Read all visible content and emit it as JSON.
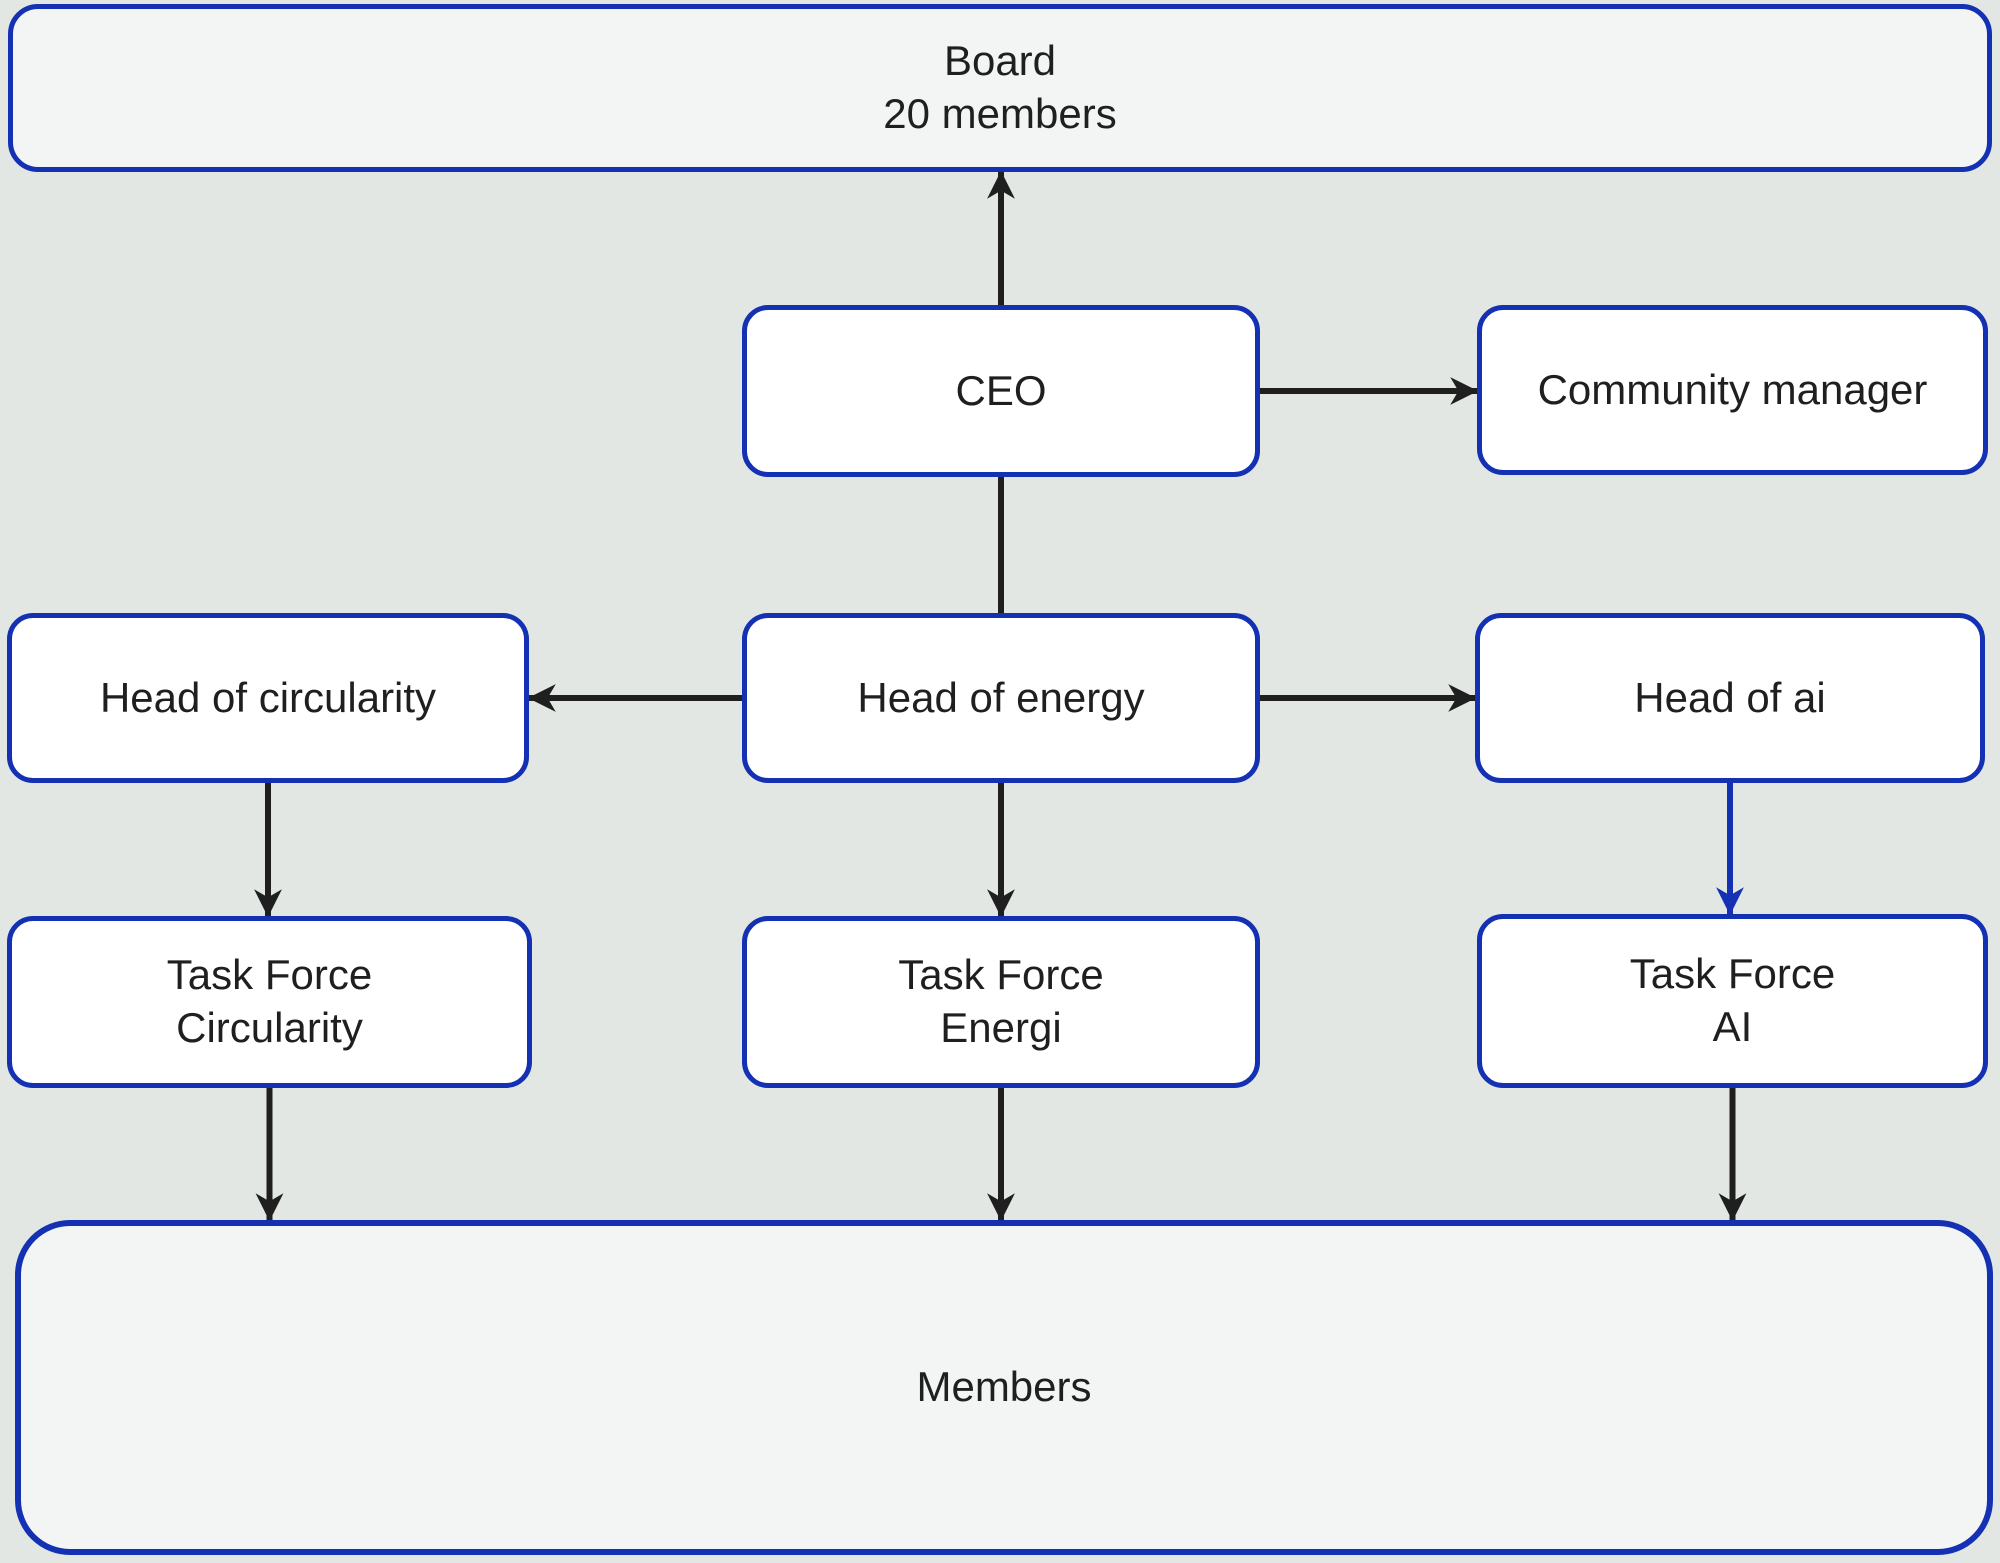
{
  "theme": {
    "bg": "#e2e7e4",
    "panel-fill": "#f2f5f4",
    "node-fill": "#ffffff",
    "border-blue": "#1331b2",
    "line-black": "#1f1f1f",
    "text": "#1f1f1f"
  },
  "diagram": {
    "nodes": {
      "board": {
        "label": "Board\n20 members"
      },
      "ceo": {
        "label": "CEO"
      },
      "community_manager": {
        "label": "Community manager"
      },
      "head_circularity": {
        "label": "Head of circularity"
      },
      "head_energy": {
        "label": "Head of energy"
      },
      "head_ai": {
        "label": "Head of ai"
      },
      "tf_circularity": {
        "label": "Task Force\nCircularity"
      },
      "tf_energy": {
        "label": "Task Force\nEnergi"
      },
      "tf_ai": {
        "label": "Task Force\nAI"
      },
      "members": {
        "label": "Members"
      }
    },
    "edges": [
      {
        "from": "ceo",
        "to": "board",
        "arrow": true,
        "color": "black"
      },
      {
        "from": "ceo",
        "to": "community_manager",
        "arrow": true,
        "color": "black"
      },
      {
        "from": "ceo",
        "to": "head_energy",
        "arrow": false,
        "color": "black"
      },
      {
        "from": "head_energy",
        "to": "head_circularity",
        "arrow": true,
        "color": "black"
      },
      {
        "from": "head_energy",
        "to": "head_ai",
        "arrow": true,
        "color": "black"
      },
      {
        "from": "head_circularity",
        "to": "tf_circularity",
        "arrow": true,
        "color": "black"
      },
      {
        "from": "head_energy",
        "to": "tf_energy",
        "arrow": true,
        "color": "black"
      },
      {
        "from": "head_ai",
        "to": "tf_ai",
        "arrow": true,
        "color": "blue"
      },
      {
        "from": "tf_circularity",
        "to": "members",
        "arrow": true,
        "color": "black"
      },
      {
        "from": "tf_energy",
        "to": "members",
        "arrow": true,
        "color": "black"
      },
      {
        "from": "tf_ai",
        "to": "members",
        "arrow": true,
        "color": "black"
      }
    ]
  }
}
